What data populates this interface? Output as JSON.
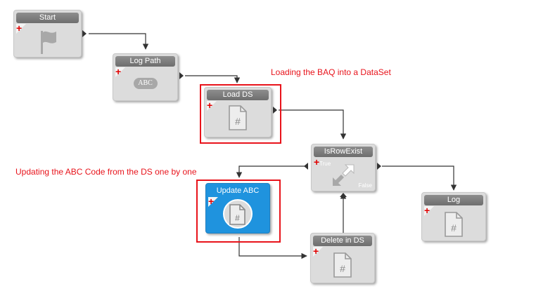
{
  "nodes": {
    "start": {
      "title": "Start"
    },
    "log_path": {
      "title": "Log Path",
      "badge": "ABC"
    },
    "load_ds": {
      "title": "Load DS",
      "badge": "#"
    },
    "is_row_exist": {
      "title": "IsRowExist",
      "true_label": "True",
      "false_label": "False"
    },
    "update_abc": {
      "title": "Update ABC",
      "badge": "#"
    },
    "delete_in_ds": {
      "title": "Delete in DS",
      "badge": "#"
    },
    "log": {
      "title": "Log",
      "badge": "#"
    }
  },
  "annotations": {
    "load_note": "Loading the BAQ into a DataSet",
    "update_note": "Updating the ABC Code from the DS one by one"
  },
  "colors": {
    "highlight": "#e8131b",
    "selected_node": "#1f93de",
    "node_body": "#dcdcdc",
    "node_header": "#7a7a7a"
  }
}
